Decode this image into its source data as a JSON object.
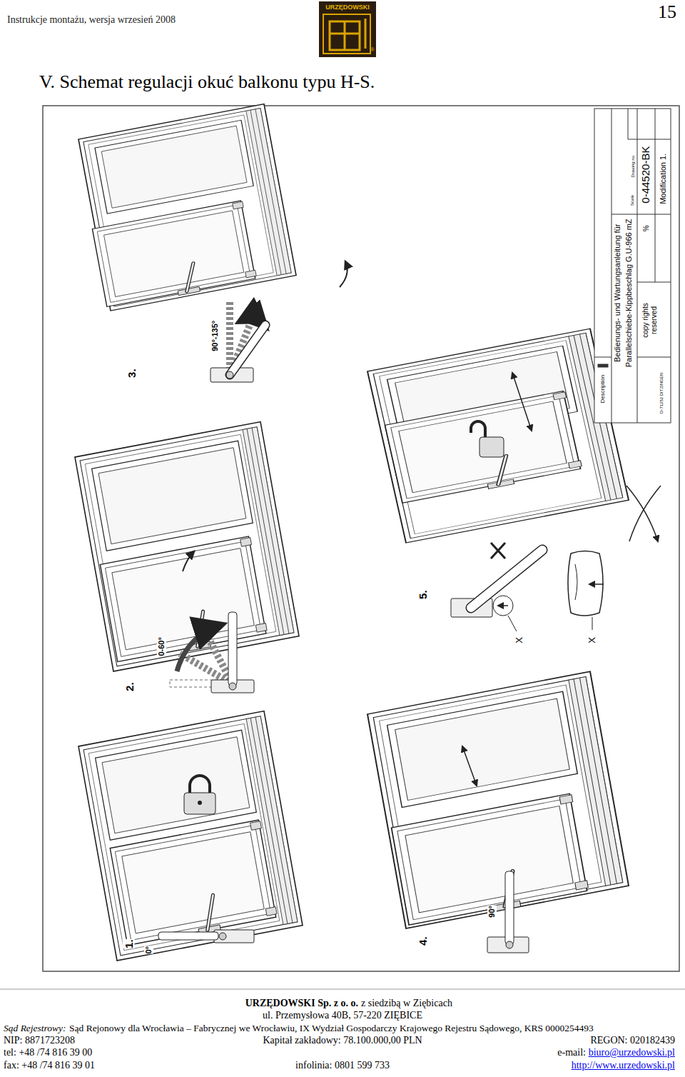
{
  "diagram": {
    "title": "V. Schemat regulacji okuć balkonu typu H-S.",
    "labels": [
      "Instrukcje montażu, wersja wrzesień 2008",
      "URZĘDOWSKI",
      "15",
      "1.",
      "0°",
      "2.",
      "0-60°",
      "3.",
      "90°-135°",
      "4.",
      "90°",
      "5.",
      "X",
      "X",
      "Description",
      "Bedienungs- und Wartungsanleitung für",
      "Parallelschiebe-Kippbeschlag G.U-966 mZ",
      "copy rights reserved",
      "0-44520-BK",
      "Drawing no.",
      "Modification 1.",
      "D-71252 DITZINGEN",
      "Scale",
      "%",
      "URZĘDOWSKI Sp. z o. o.",
      "z siedzibą w Ziębicach",
      "ul. Przemysłowa 40B, 57-220 ZIĘBICE",
      "Sąd Rejestrowy:",
      "Sąd Rejonowy dla Wrocławia – Fabrycznej we Wrocławiu, IX Wydział Gospodarczy Krajowego Rejestru Sądowego, KRS 0000254493",
      "NIP: 8871723208",
      "Kapitał zakładowy: 78.100.000,00 PLN",
      "REGON: 020182439",
      "tel: +48 /74 816 39 00",
      "e-mail:",
      "biuro@urzedowski.pl",
      "fax: +48 /74 816 39 01",
      "infolinia: 0801 599 733",
      "http://www.urzedowski.pl",
      "®"
    ]
  }
}
